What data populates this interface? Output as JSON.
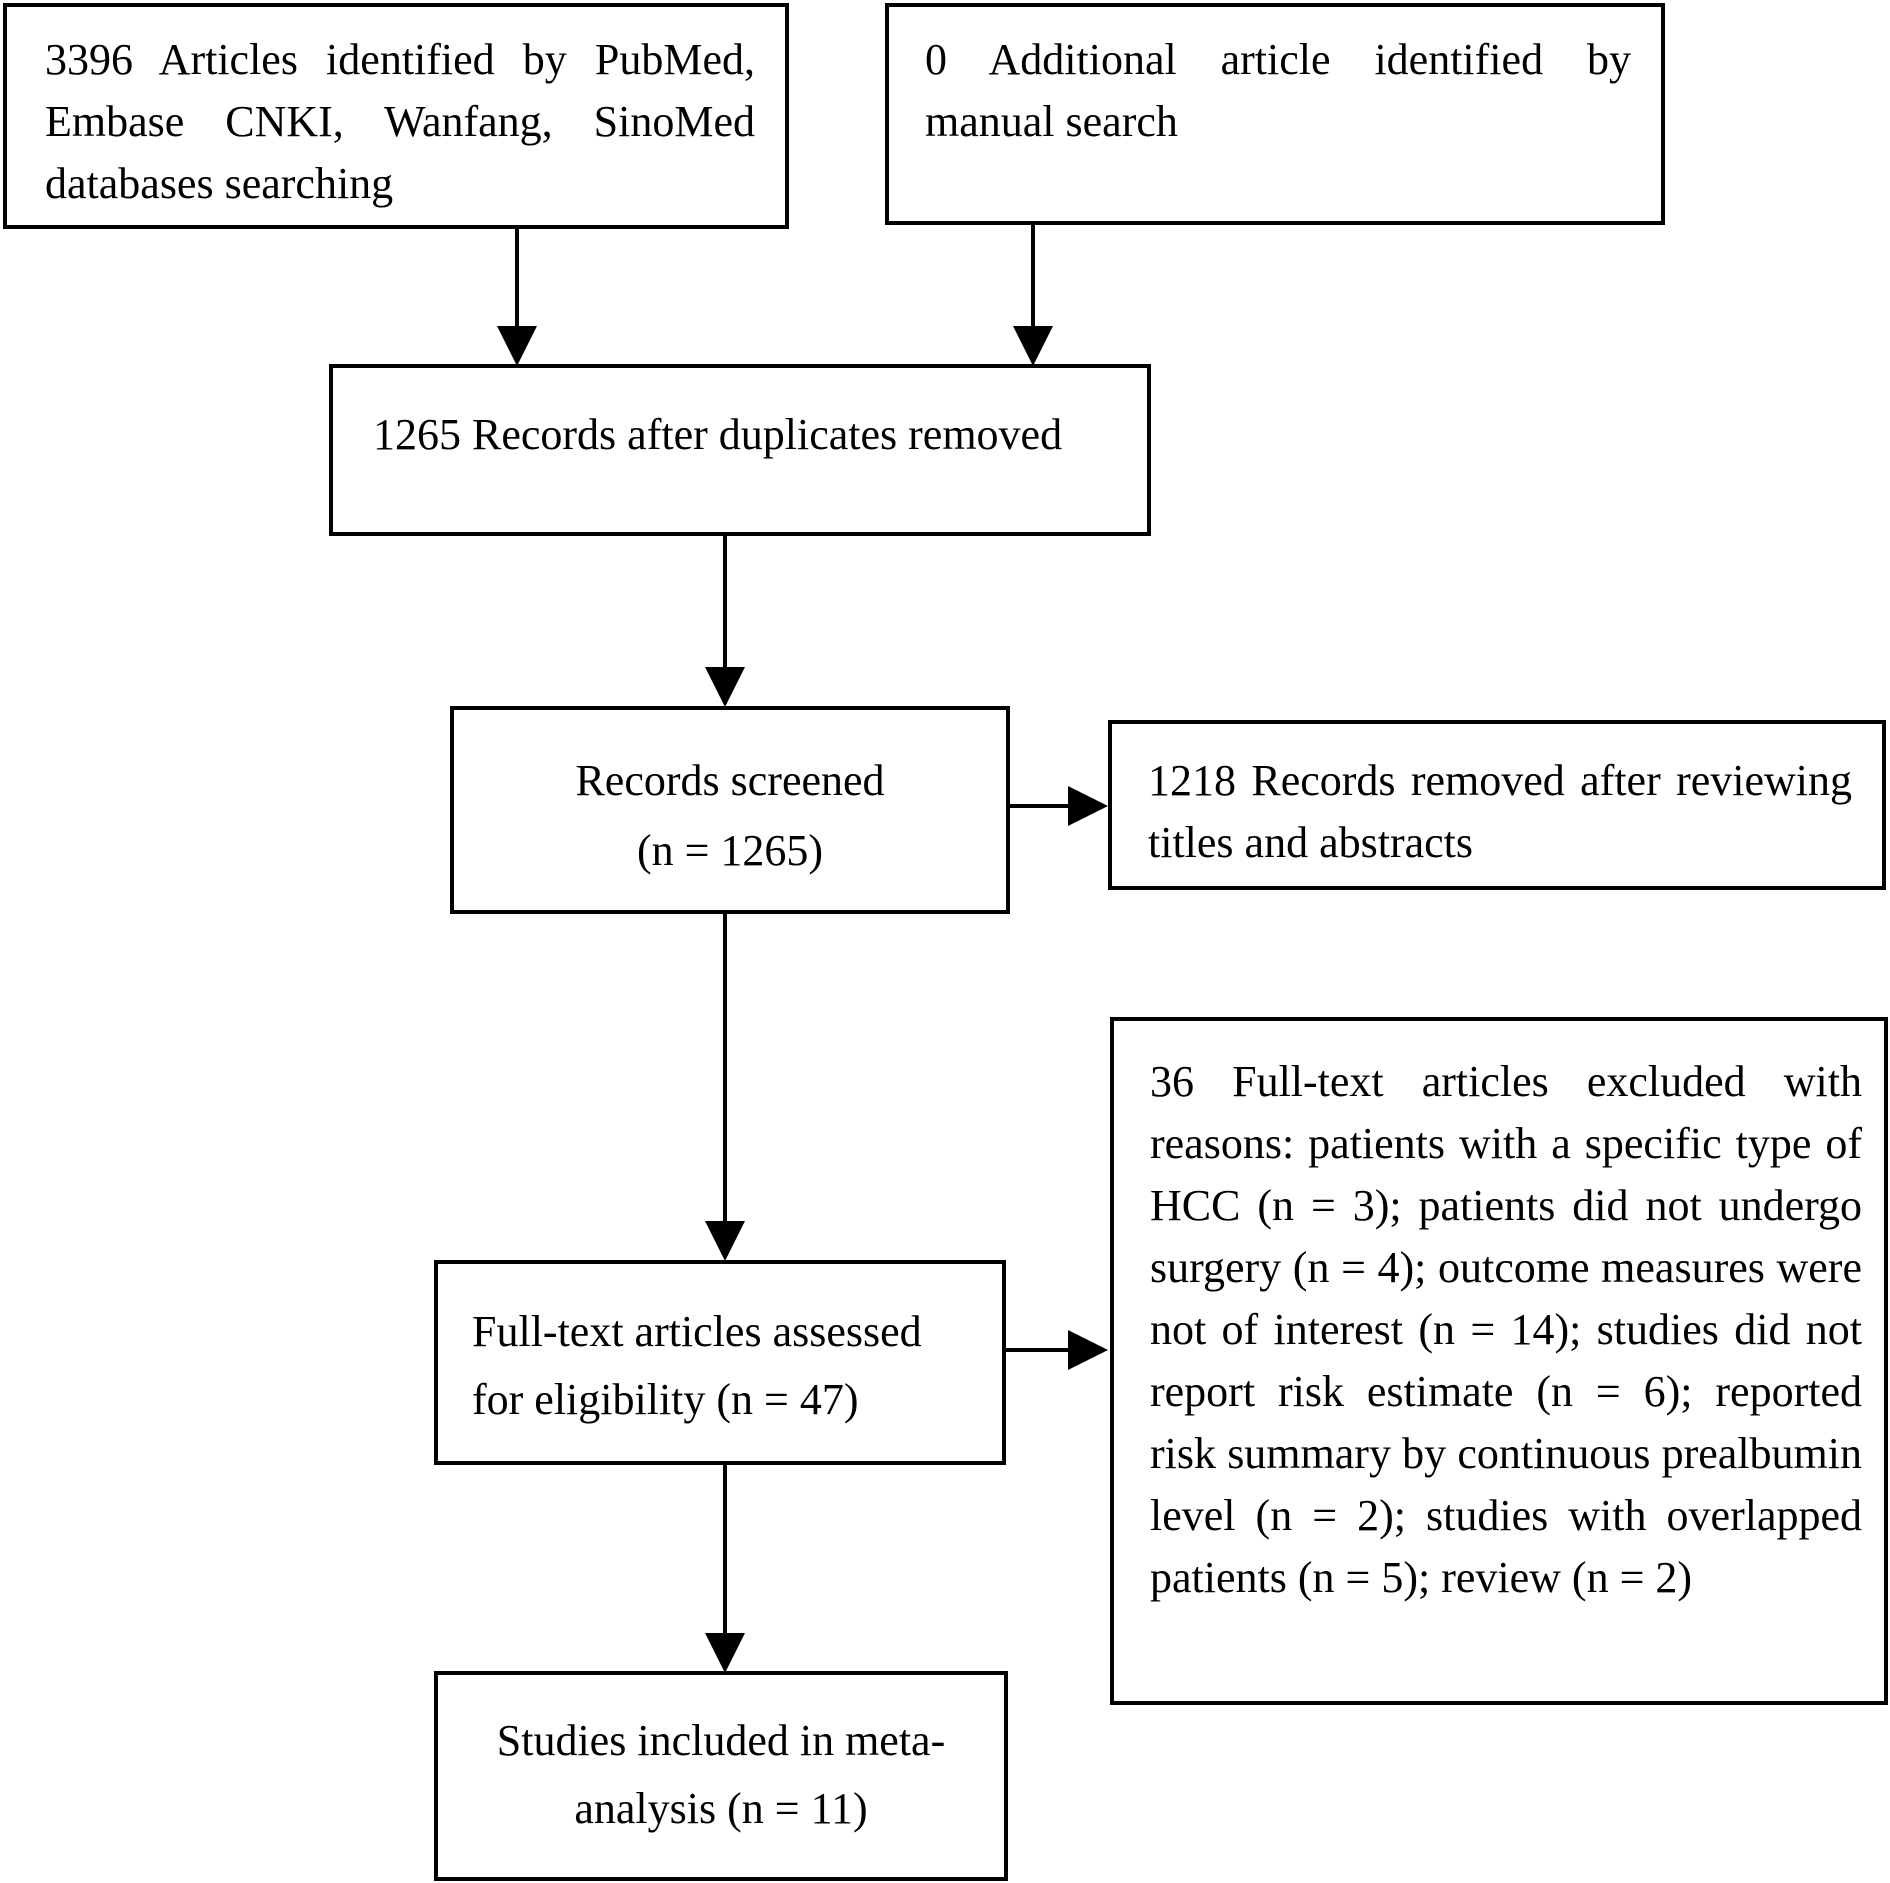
{
  "boxes": {
    "identified": "3396 Articles identified by PubMed, Embase CNKI, Wanfang, SinoMed databases searching",
    "manual": "0 Additional article identified by manual search",
    "dedup": "1265 Records after duplicates removed",
    "screened_line1": "Records screened",
    "screened_line2": "(n = 1265)",
    "removed": "1218 Records removed after reviewing titles and abstracts",
    "fulltext": "Full-text articles assessed for eligibility (n = 47)",
    "excluded": "36 Full-text articles excluded with reasons: patients with a specific type of HCC (n = 3); patients did not undergo surgery (n = 4); outcome measures were not of interest (n = 14); studies did not report risk estimate (n = 6); reported risk summary by continuous prealbumin level (n = 2); studies with overlapped patients (n = 5); review (n = 2)",
    "included_line1": "Studies included in meta-",
    "included_line2": "analysis (n = 11)"
  },
  "colors": {
    "stroke": "#000000",
    "background": "#ffffff"
  }
}
